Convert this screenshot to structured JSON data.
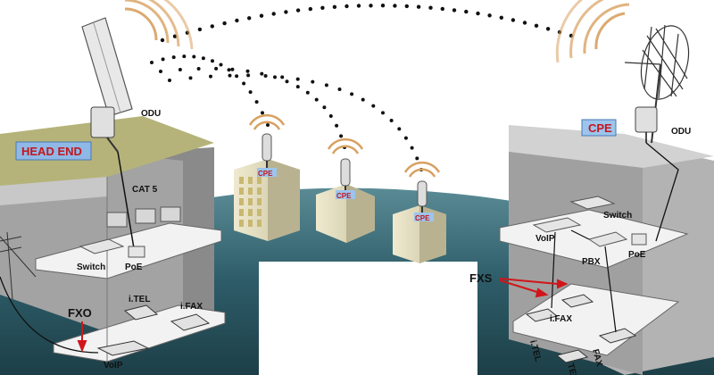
{
  "labels": {
    "head_end": "HEAD END",
    "cpe_right": "CPE",
    "cpe_building": "CPE",
    "odu_left": "ODU",
    "odu_right": "ODU",
    "cat5": "CAT 5",
    "switch_left": "Switch",
    "poe_left": "PoE",
    "itel_left": "i.TEL",
    "ifax_left": "i.FAX",
    "fxo": "FXO",
    "voip_left": "VoIP",
    "switch_right": "Switch",
    "voip_right": "VoIP",
    "pbx": "PBX",
    "poe_right": "PoE",
    "fxs": "FXS",
    "ifax_right": "i.FAX",
    "itel_right": "i.TEL",
    "fax_right": "FAX",
    "tel_right": "TEL"
  },
  "colors": {
    "label_box": "#8fb8e6",
    "cpe_box": "#9cc4ec",
    "ground": "#2d5c68",
    "floor": "#f2f2f2",
    "wall": "#9a9a9a",
    "roof_left": "#b5b37a",
    "roof_right": "#d2d2d2",
    "signal": "#d8a060",
    "arrow": "#d0161a",
    "building": "#e3ddc0"
  },
  "icons": [
    "odu-antenna-icon",
    "grid-dish-antenna-icon",
    "signal-wave-icon",
    "computer-icon",
    "switch-icon",
    "poe-injector-icon",
    "telephone-icon",
    "fax-icon",
    "voip-gateway-icon",
    "pbx-icon",
    "power-pole-icon"
  ]
}
